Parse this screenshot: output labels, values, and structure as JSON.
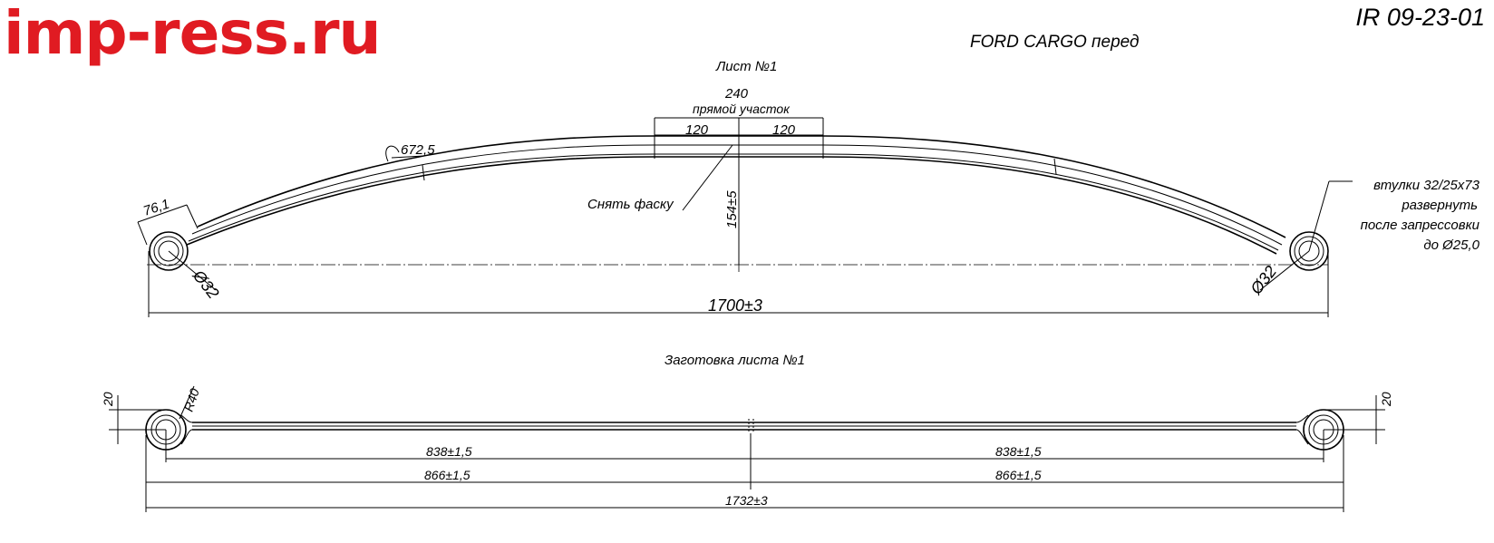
{
  "header": {
    "brand": "imp-ress.ru",
    "doc_id": "IR 09-23-01",
    "title": "FORD CARGO перед"
  },
  "leaf_view": {
    "label": "Лист №1",
    "straight_total": "240",
    "straight_label": "прямой участок",
    "straight_left": "120",
    "straight_right": "120",
    "radius": "672,5",
    "eye_offset": "76,1",
    "chamfer_note": "Снять фаску",
    "arch_height": "154±5",
    "eye_diameter_left": "Ø32",
    "eye_diameter_right": "Ø32",
    "overall_length": "1700±3",
    "bushing_note": [
      "втулки 32/25х73",
      "развернуть",
      "после запрессовки",
      "до Ø25,0"
    ]
  },
  "blank_view": {
    "label": "Заготовка листа №1",
    "end_offset_left": "20",
    "end_offset_right": "20",
    "bend_radius": "R40",
    "half_inner_left": "838±1,5",
    "half_inner_right": "838±1,5",
    "half_outer_left": "866±1,5",
    "half_outer_right": "866±1,5",
    "overall_length": "1732±3"
  }
}
